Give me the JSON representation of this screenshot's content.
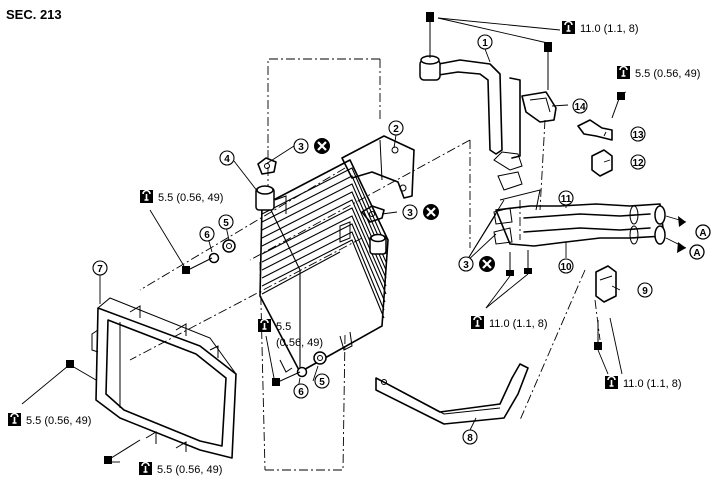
{
  "section_label": "SEC. 213",
  "torque": {
    "t_11_top": "11.0 (1.1, 8)",
    "t_55_right": "5.5 (0.56, 49)",
    "t_55_left_top": "5.5 (0.56, 49)",
    "t_55_mid_line1": "5.5",
    "t_55_mid_line2": "(0.56, 49)",
    "t_11_mid": "11.0 (1.1, 8)",
    "t_11_bottom": "11.0 (1.1, 8)",
    "t_55_left_low": "5.5 (0.56, 49)",
    "t_55_bottom": "5.5 (0.56, 49)"
  },
  "callouts": {
    "p1": "1",
    "p2": "2",
    "p3a": "3",
    "p3b": "3",
    "p3c": "3",
    "p4": "4",
    "p5a": "5",
    "p5b": "5",
    "p6a": "6",
    "p6b": "6",
    "p7": "7",
    "p8": "8",
    "p9": "9",
    "p10": "10",
    "p11": "11",
    "p12": "12",
    "p13": "13",
    "p14": "14"
  },
  "arrow_labels": {
    "a1": "A",
    "a2": "A"
  },
  "icons": {
    "torque": "torque-wrench-icon",
    "no_reuse": "do-not-reuse-icon"
  }
}
